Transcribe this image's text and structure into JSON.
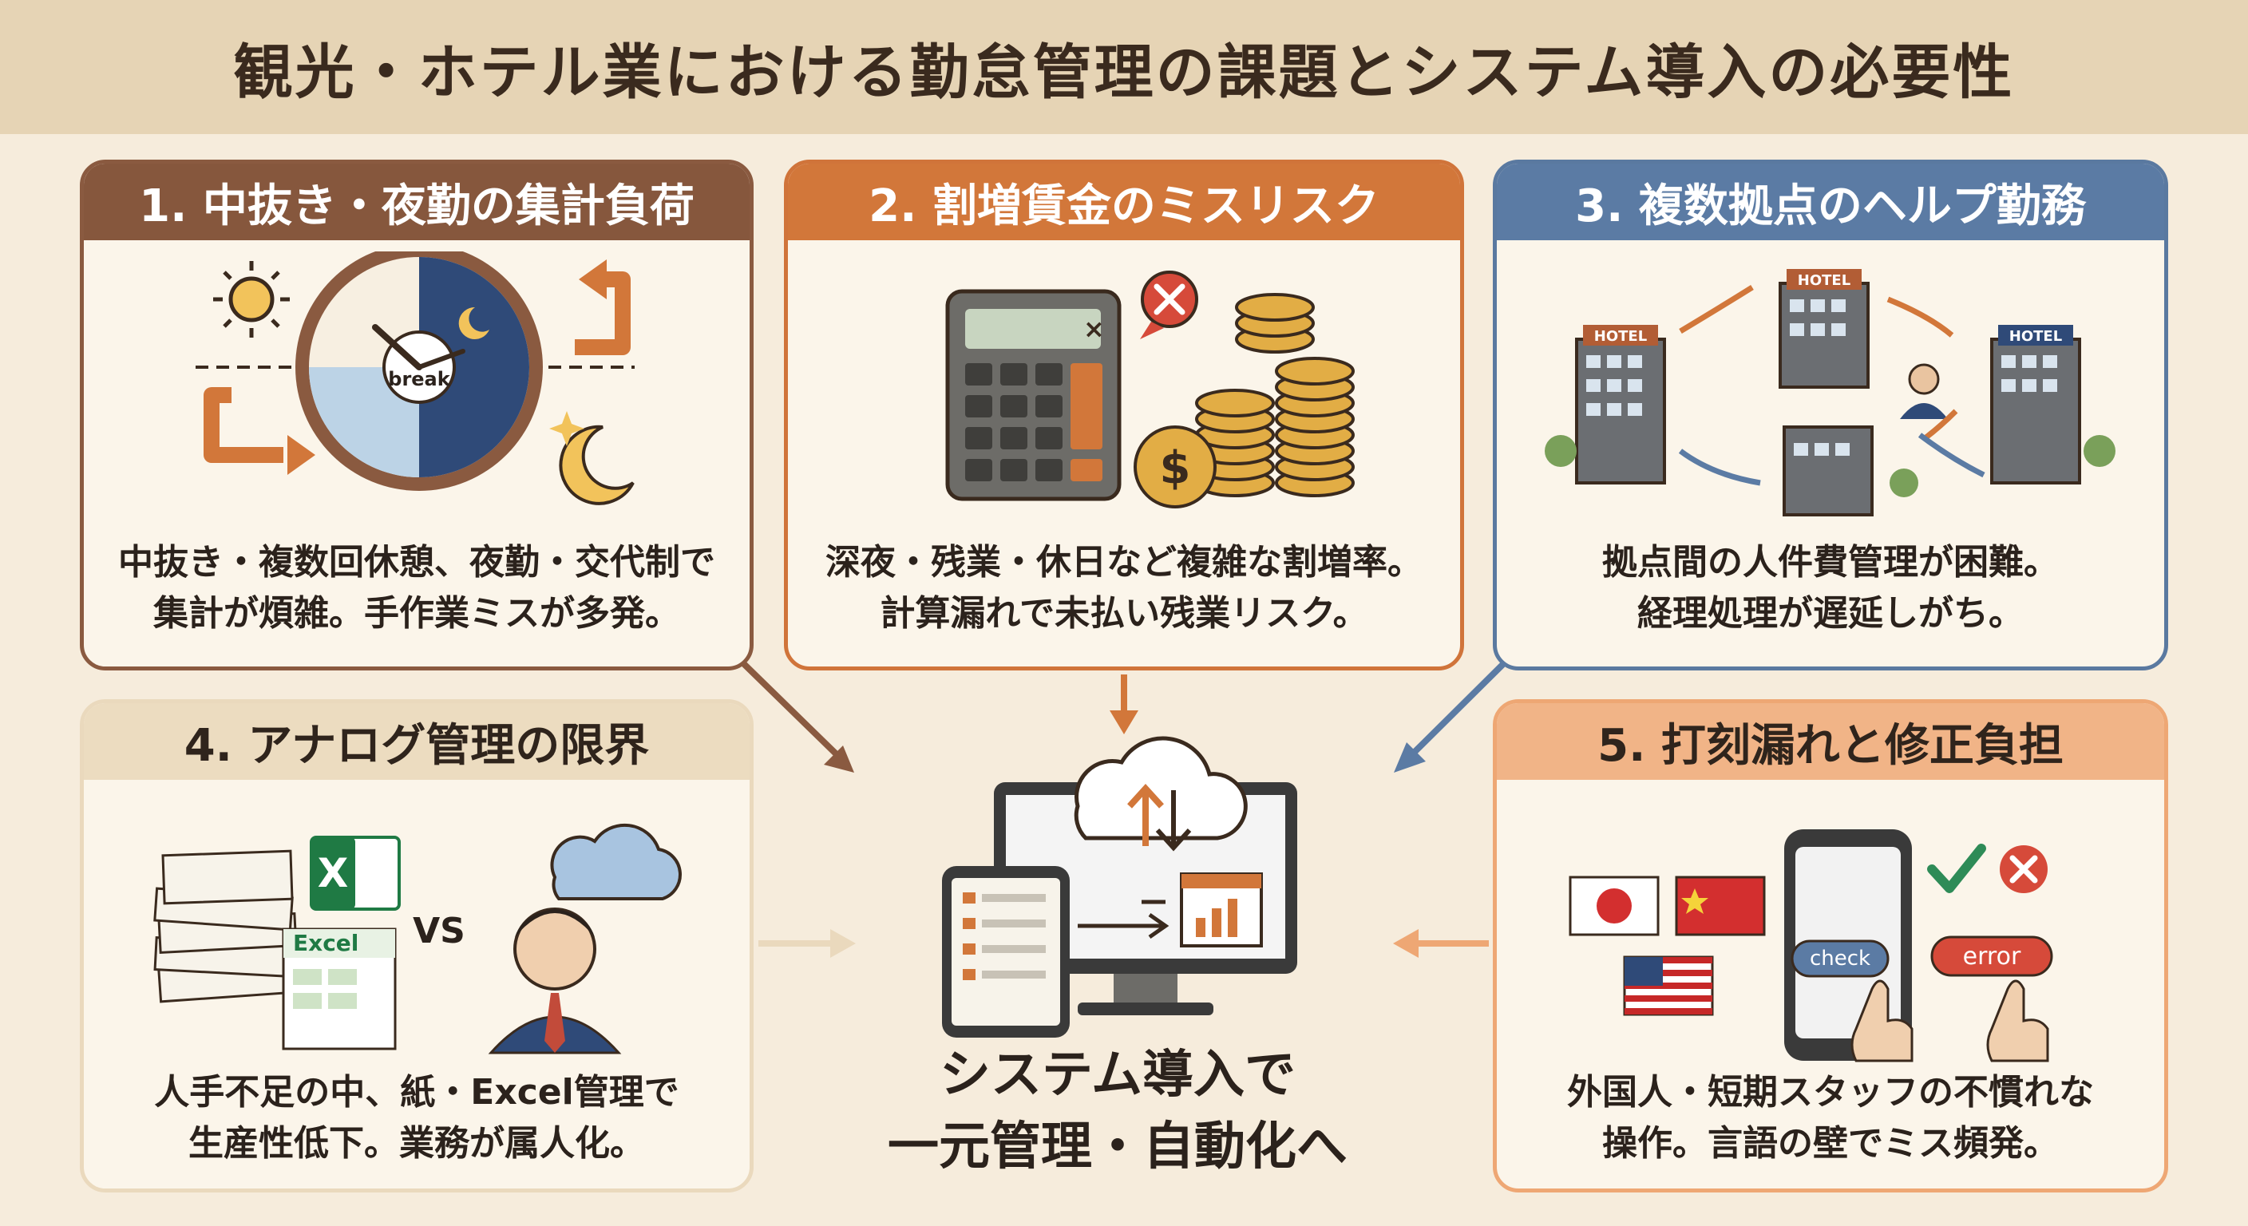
{
  "title": "観光・ホテル業における勤怠管理の課題とシステム導入の必要性",
  "cards": [
    {
      "heading": "1. 中抜き・夜勤の集計負荷",
      "lines": [
        "中抜き・複数回休憩、夜勤・交代制で",
        "集計が煩雑。手作業ミスが多発。"
      ],
      "clock_label": "break"
    },
    {
      "heading": "2. 割増賃金のミスリスク",
      "lines": [
        "深夜・残業・休日など複雑な割増率。",
        "計算漏れで未払い残業リスク。"
      ],
      "coin_symbol": "$"
    },
    {
      "heading": "3. 複数拠点のヘルプ勤務",
      "lines": [
        "拠点間の人件費管理が困難。",
        "経理処理が遅延しがち。"
      ],
      "hotel_sign": "HOTEL"
    },
    {
      "heading": "4. アナログ管理の限界",
      "lines": [
        "人手不足の中、紙・Excel管理で",
        "生産性低下。業務が属人化。"
      ],
      "excel_label": "Excel",
      "vs_label": "VS"
    },
    {
      "heading": "5. 打刻漏れと修正負担",
      "lines": [
        "外国人・短期スタッフの不慣れな",
        "操作。言語の壁でミス頻発。"
      ],
      "check_label": "check",
      "error_label": "error"
    }
  ],
  "center": {
    "lines": [
      "システム導入で",
      "一元管理・自動化へ"
    ]
  },
  "colors": {
    "brown": "#86573d",
    "orange": "#d2773a",
    "blue": "#5b7ba4",
    "beige": "#ecdcc0",
    "peach": "#f1b487",
    "background": "#f6ecdc",
    "title_bar": "#e6d4b5"
  }
}
